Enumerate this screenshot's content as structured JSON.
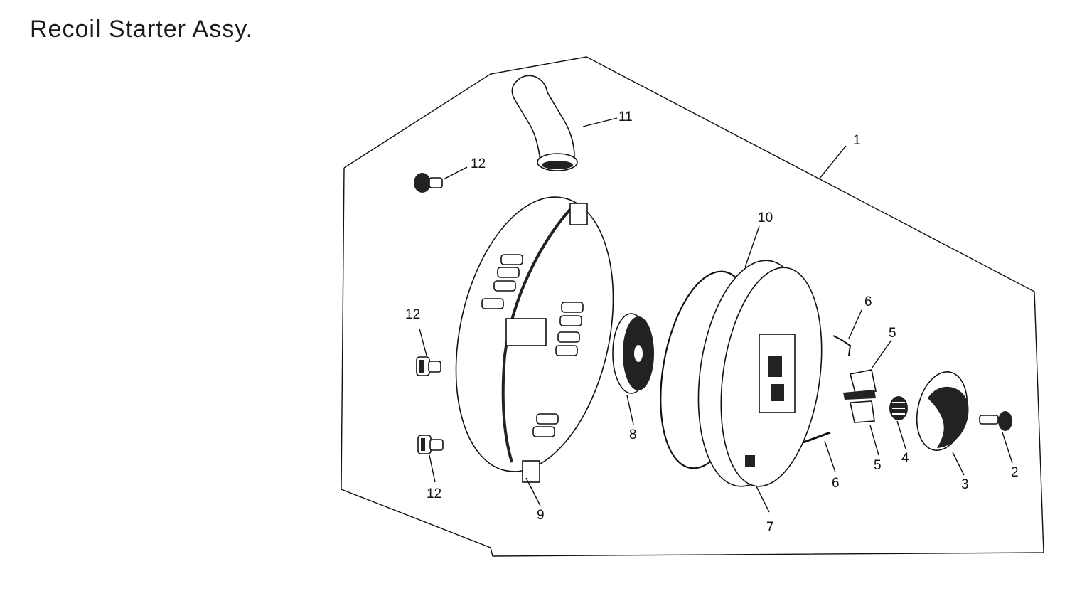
{
  "title": "Recoil Starter Assy.",
  "parts": {
    "p1": "1",
    "p2": "2",
    "p3": "3",
    "p4": "4",
    "p5a": "5",
    "p5b": "5",
    "p6a": "6",
    "p6b": "6",
    "p7": "7",
    "p8": "8",
    "p9": "9",
    "p10": "10",
    "p11": "11",
    "p12a": "12",
    "p12b": "12",
    "p12c": "12"
  }
}
